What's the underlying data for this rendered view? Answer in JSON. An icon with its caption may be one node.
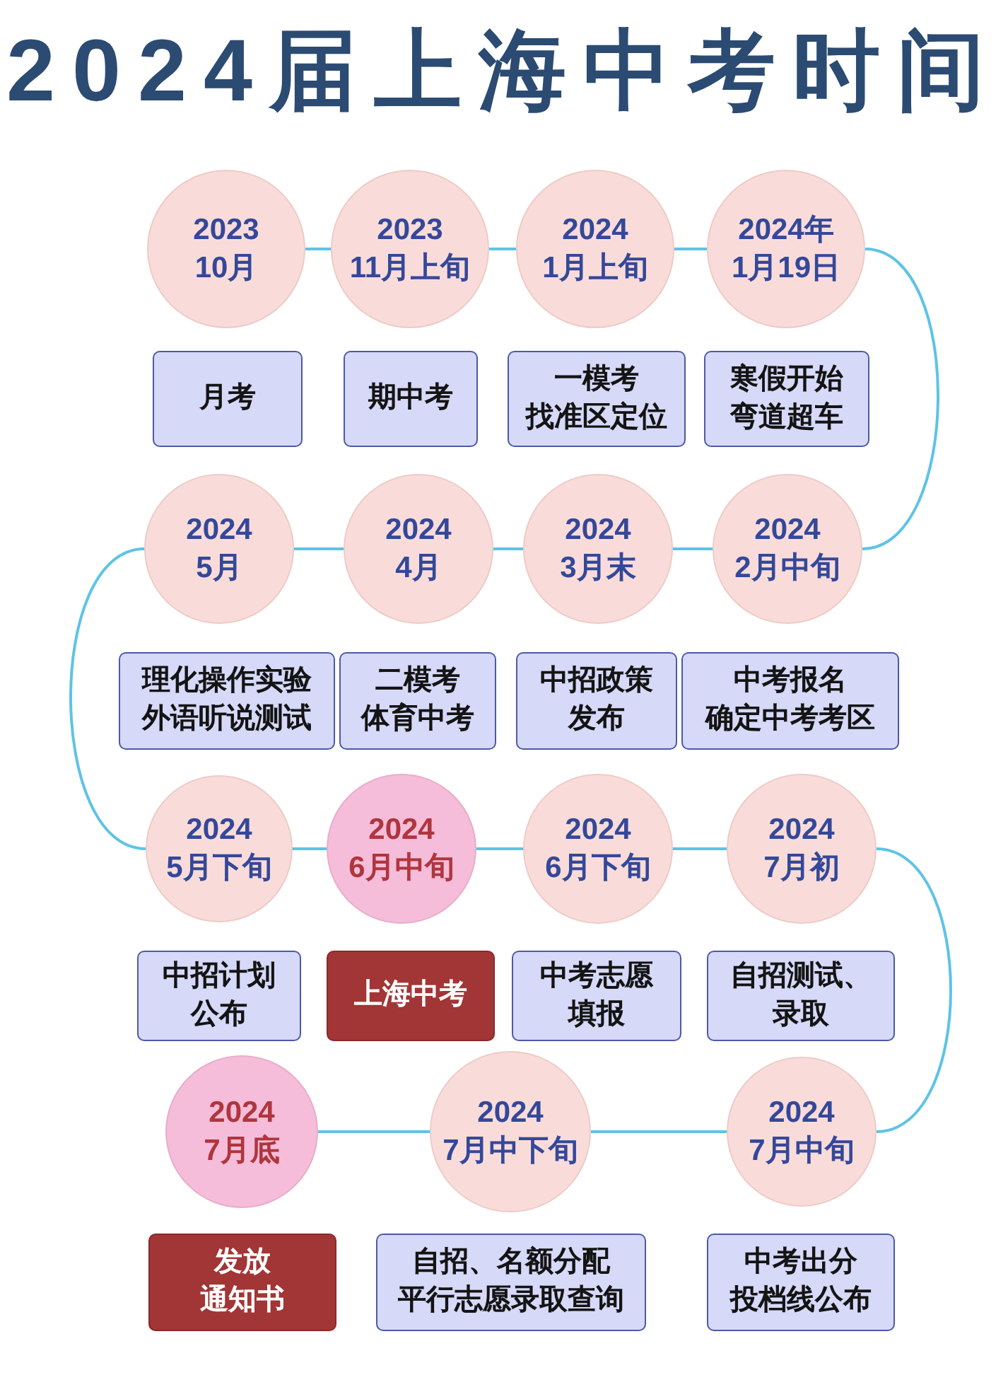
{
  "diagram": {
    "title": "2024届上海中考时间",
    "nodes": [
      {
        "text": [
          "2023 10月"
        ]
      },
      {
        "text": [
          "月考"
        ]
      },
      {
        "text": [
          "2023 11月上旬"
        ]
      },
      {
        "text": [
          "期中考"
        ]
      },
      {
        "text": [
          "2024 1月上旬"
        ]
      },
      {
        "text": [
          "一模考找准区定位"
        ]
      },
      {
        "text": [
          "2024年1月19日"
        ]
      },
      {
        "text": [
          "寒假开始弯道超车"
        ]
      },
      {
        "text": [
          "2024 2月中旬"
        ]
      },
      {
        "text": [
          "中考报名确定中考考区"
        ]
      },
      {
        "text": [
          "2024 3月末"
        ]
      },
      {
        "text": [
          "中招政策发布"
        ]
      },
      {
        "text": [
          "2024 4月"
        ]
      },
      {
        "text": [
          "二模考体育中考"
        ]
      },
      {
        "text": [
          "2024 5月"
        ]
      },
      {
        "text": [
          "理化操作实验外语听说测试"
        ]
      },
      {
        "text": [
          "2024 5月下旬"
        ]
      },
      {
        "text": [
          "中招计划公布"
        ]
      },
      {
        "text": [
          "2024 6月中旬"
        ]
      },
      {
        "text": [
          "上海中考"
        ]
      },
      {
        "text": [
          "2024 6月下旬"
        ]
      },
      {
        "text": [
          "中考志愿填报"
        ]
      },
      {
        "text": [
          "2024 7月初"
        ]
      },
      {
        "text": [
          "自招测试、录取"
        ]
      },
      {
        "text": [
          "2024 7月中旬"
        ]
      },
      {
        "text": [
          "中考出分投档线公布"
        ]
      },
      {
        "text": [
          "2024 7月中下旬"
        ]
      },
      {
        "text": [
          "自招、名额分配平行志愿录取查询"
        ]
      },
      {
        "text": [
          "2024 7月底"
        ]
      },
      {
        "text": [
          "发放通知书"
        ]
      }
    ],
    "edges": [
      {
        "from": 0,
        "to": 2,
        "arrow": "none"
      },
      {
        "from": 2,
        "to": 4,
        "arrow": "none"
      },
      {
        "from": 4,
        "to": 6,
        "arrow": "none"
      },
      {
        "from": 6,
        "to": 8,
        "arrow": "none"
      },
      {
        "from": 8,
        "to": 10,
        "arrow": "none"
      },
      {
        "from": 10,
        "to": 12,
        "arrow": "none"
      },
      {
        "from": 12,
        "to": 14,
        "arrow": "none"
      },
      {
        "from": 14,
        "to": 16,
        "arrow": "none"
      },
      {
        "from": 16,
        "to": 18,
        "arrow": "none"
      },
      {
        "from": 18,
        "to": 20,
        "arrow": "none"
      },
      {
        "from": 20,
        "to": 22,
        "arrow": "none"
      },
      {
        "from": 22,
        "to": 24,
        "arrow": "none"
      },
      {
        "from": 24,
        "to": 26,
        "arrow": "none"
      },
      {
        "from": 26,
        "to": 28,
        "arrow": "none"
      }
    ]
  }
}
